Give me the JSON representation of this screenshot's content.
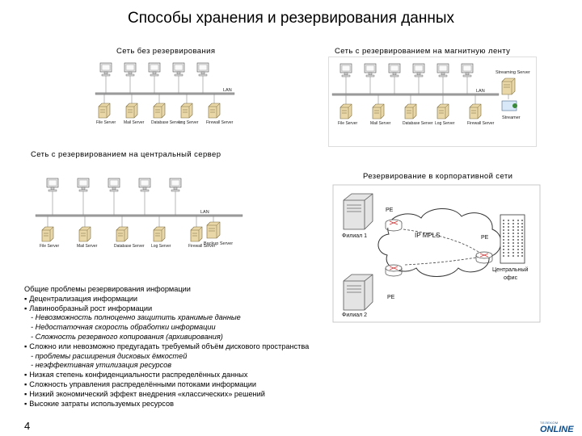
{
  "title": "Способы хранения и резервирования данных",
  "panels": {
    "no_backup": {
      "label": "Сеть без резервирования",
      "lan_label": "LAN",
      "servers": [
        "File Server",
        "Mail Server",
        "Database Server",
        "Log Server",
        "Firewall Server"
      ]
    },
    "tape_backup": {
      "label": "Сеть с резервированием на магнитную ленту",
      "lan_label": "LAN",
      "streaming_label": "Streaming Server",
      "streamer_label": "Streamer",
      "servers": [
        "File Server",
        "Mail Server",
        "Database Server",
        "Log Server",
        "Firewall Server"
      ]
    },
    "central_server": {
      "label": "Сеть с резервированием на центральный сервер",
      "lan_label": "LAN",
      "backup_label": "Backup Server",
      "servers": [
        "File Server",
        "Mail Server",
        "Database Server",
        "Log Server",
        "Firewall Server"
      ]
    },
    "corporate": {
      "label": "Резервирование в корпоративной сети",
      "ip_mpls": "IP MPLS",
      "branch1": "Филиал 1",
      "branch2": "Филиал 2",
      "pe": "PE",
      "central_office_line1": "Центральный",
      "central_office_line2": "офис",
      "pe_top": "PE",
      "pe_bottom": "PE"
    }
  },
  "problems": {
    "heading": "Общие проблемы резервирования информации",
    "items": [
      {
        "text": "Децентрализация информации",
        "sub": false,
        "bullet": true
      },
      {
        "text": "Лавинообразный рост информации",
        "sub": false,
        "bullet": true
      },
      {
        "text": "- Невозможность полноценно защитить хранимые данные",
        "sub": true,
        "bullet": false
      },
      {
        "text": "- Недостаточная скорость обработки информации",
        "sub": true,
        "bullet": false
      },
      {
        "text": "- Сложность резервного копирования (архивирования)",
        "sub": true,
        "bullet": false
      },
      {
        "text": "Сложно или невозможно предугадать требуемый объём дискового пространства",
        "sub": false,
        "bullet": true
      },
      {
        "text": "- проблемы расширения дисковых ёмкостей",
        "sub": true,
        "bullet": false
      },
      {
        "text": "- неэффективная утилизация ресурсов",
        "sub": true,
        "bullet": false
      },
      {
        "text": "Низкая степень конфиденциальности распределённых данных",
        "sub": false,
        "bullet": true
      },
      {
        "text": "Сложность управления распределёнными потоками информации",
        "sub": false,
        "bullet": true
      },
      {
        "text": "Низкий экономический эффект внедрения «классических» решений",
        "sub": false,
        "bullet": true
      },
      {
        "text": "Высокие затраты используемых ресурсов",
        "sub": false,
        "bullet": true
      }
    ],
    "bullet_char": "▪"
  },
  "page_number": "4",
  "logo": {
    "top": "ТЕЛЕКОМ",
    "main": "ONLINE"
  }
}
